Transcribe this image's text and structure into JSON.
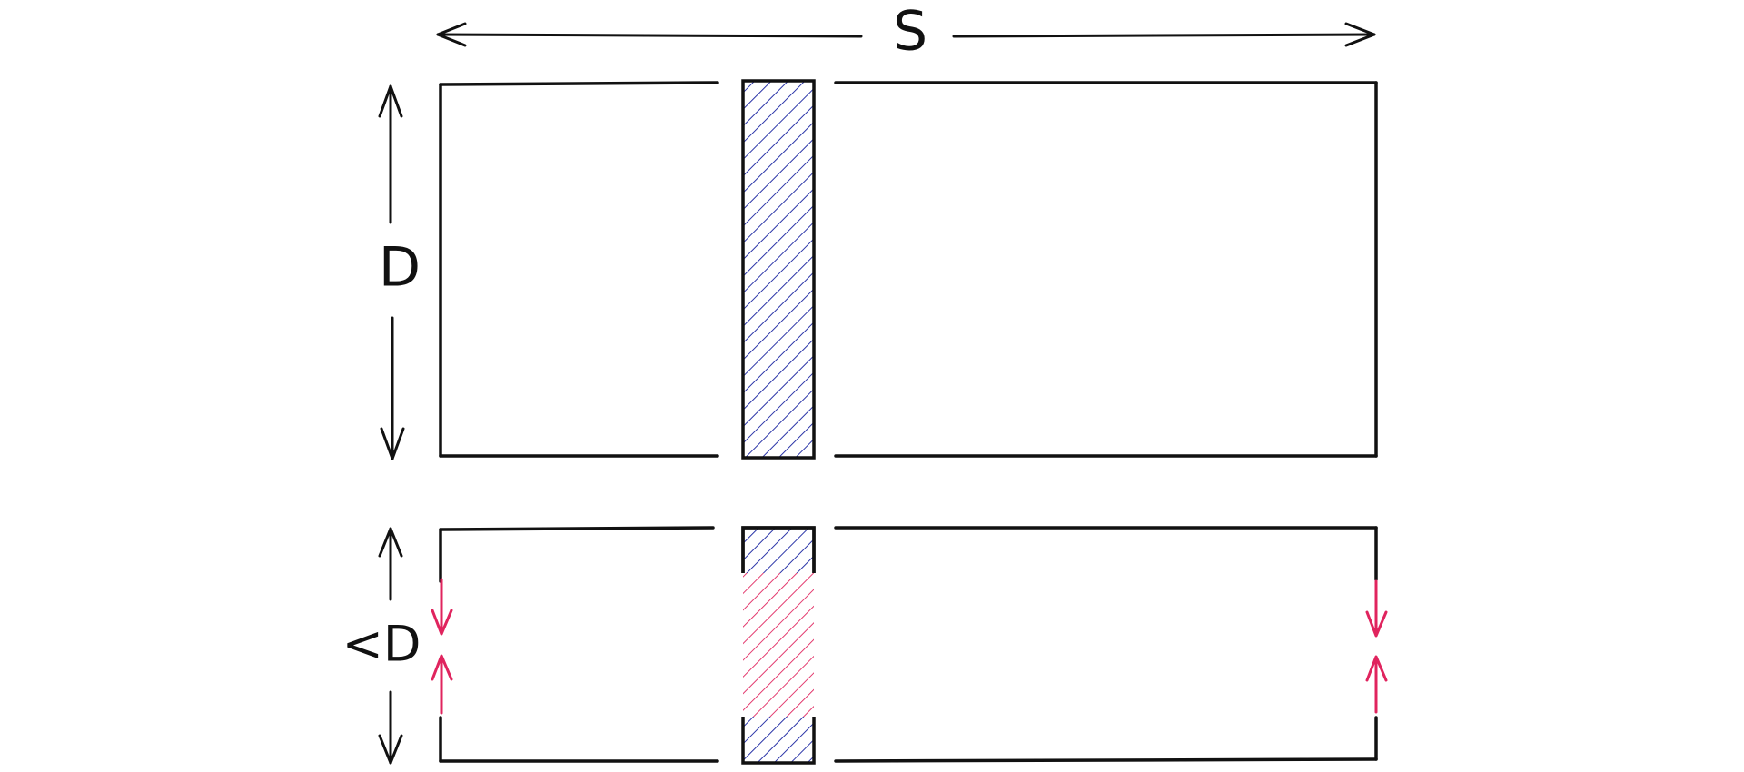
{
  "labels": {
    "width": "S",
    "height": "D",
    "reduced_height": "<D"
  },
  "colors": {
    "ink": "#111111",
    "blue_hatch": "#2b35a8",
    "red_hatch": "#e0245e"
  }
}
